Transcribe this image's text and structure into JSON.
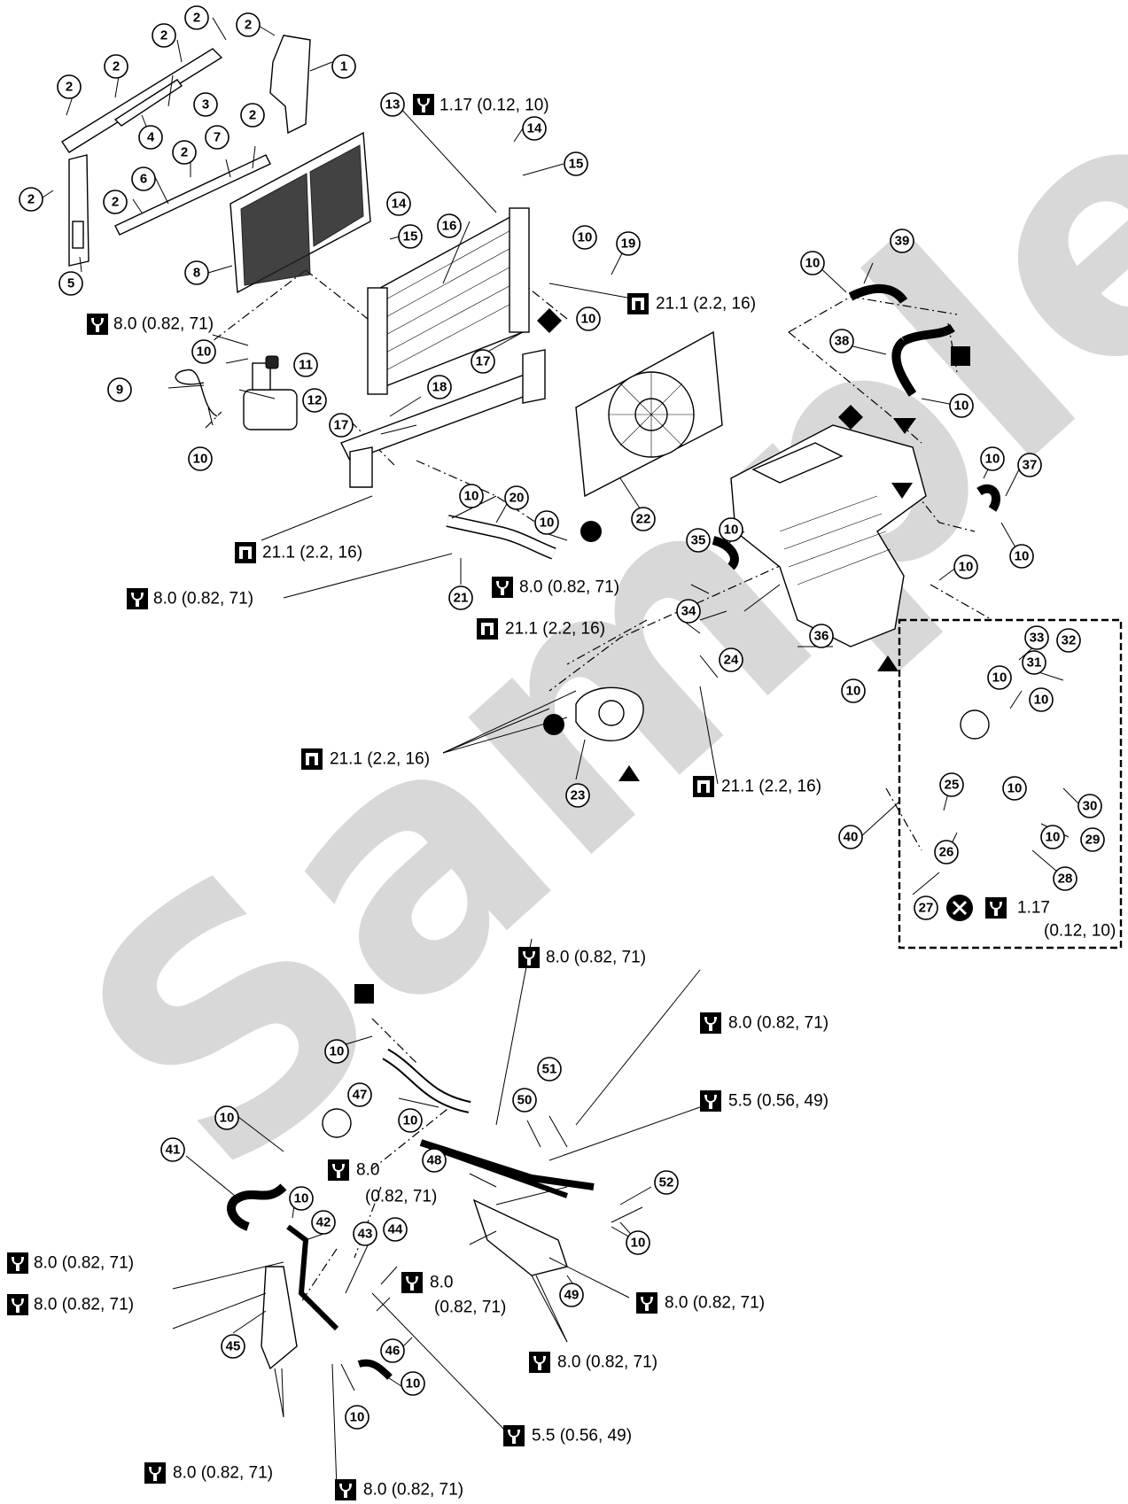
{
  "watermark": "Sample",
  "torque": {
    "t_117": "1.17 (0.12, 10)",
    "t_80": "8.0 (0.82, 71)",
    "t_211": "21.1 (2.2, 16)",
    "t_55": "5.5 (0.56, 49)",
    "t_80_line1": "8.0",
    "t_80_line2": "(0.82, 71)",
    "t_117_line1": "1.17",
    "t_117_line2": "(0.12, 10)"
  },
  "callouts": [
    "1",
    "2",
    "3",
    "4",
    "5",
    "6",
    "7",
    "8",
    "9",
    "10",
    "11",
    "12",
    "13",
    "14",
    "15",
    "16",
    "17",
    "18",
    "19",
    "20",
    "21",
    "22",
    "23",
    "24",
    "25",
    "26",
    "27",
    "28",
    "29",
    "30",
    "31",
    "32",
    "33",
    "34",
    "35",
    "36",
    "37",
    "38",
    "39",
    "40",
    "41",
    "42",
    "43",
    "44",
    "45",
    "46",
    "47",
    "48",
    "49",
    "50",
    "51",
    "52"
  ],
  "symbols": {
    "filled_circle": "filled-circle",
    "hollow_circle": "hollow-circle",
    "filled_square": "filled-square",
    "filled_diamond": "filled-diamond",
    "filled_triangle_up": "filled-triangle-up",
    "filled_triangle_down": "filled-triangle-down",
    "do_not_reuse": "x-circle"
  },
  "icons": {
    "torque_wrench": "torque-wrench-icon",
    "torque_wrench_open": "torque-wrench-open-icon"
  }
}
